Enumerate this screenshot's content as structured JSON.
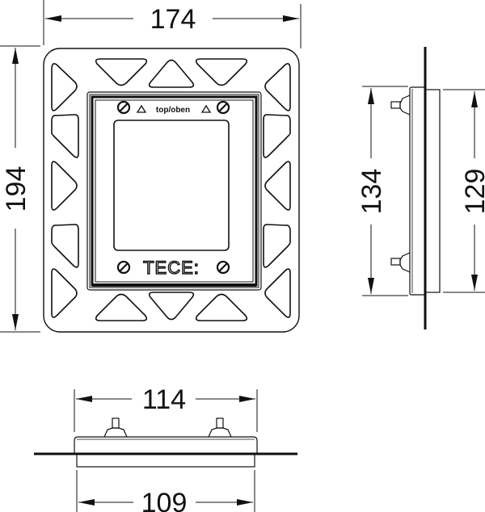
{
  "drawing": {
    "type": "technical dimension drawing",
    "views": {
      "front": {
        "name": "front view",
        "dimensions": {
          "width": "174",
          "height": "194"
        },
        "labels": {
          "orientation_marker": "top/oben",
          "brand": "TECE:"
        },
        "cutouts": {
          "top_count": 3,
          "bottom_count": 3,
          "left_count": 5,
          "right_count": 5
        },
        "screws": 4
      },
      "side": {
        "name": "side view",
        "dimensions": {
          "frame_height": "134",
          "body_height": "129"
        },
        "studs": 2
      },
      "bottom": {
        "name": "bottom view",
        "dimensions": {
          "frame_width": "114",
          "body_width": "109"
        },
        "studs": 2
      }
    },
    "colors": {
      "line": "#111111",
      "background": "#ffffff"
    }
  }
}
